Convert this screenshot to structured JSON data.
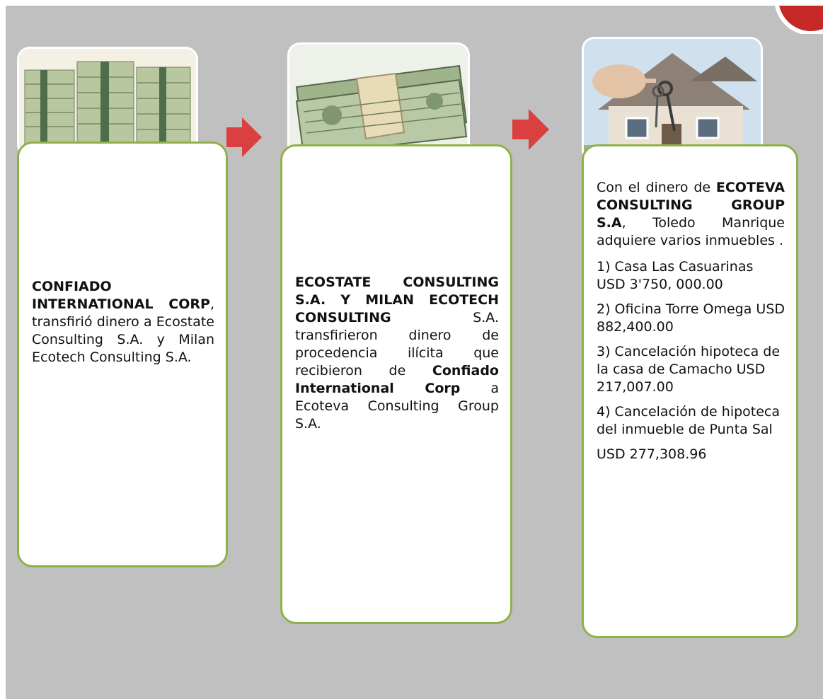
{
  "diagram": {
    "step1": {
      "bold_name": "CONFIADO INTERNATIONAL CORP",
      "text": ", transfirió dinero a Ecostate Consulting S.A. y Milan Ecotech Consulting S.A."
    },
    "step2": {
      "bold_name": "ECOSTATE CONSULTING S.A. Y MILAN ECOTECH CONSULTING",
      "text_a": " S.A. transfirieron dinero de procedencia ilícita que recibieron de ",
      "bold_source": "Confiado International Corp",
      "text_b": " a Ecoteva Consulting Group S.A."
    },
    "step3": {
      "intro_a": "Con el dinero de ",
      "bold_name": "ECOTEVA CONSULTING GROUP S.A",
      "intro_b": ", Toledo Manrique adquiere varios inmuebles .",
      "items": [
        "1) Casa  Las Casuarinas USD 3'750, 000.00",
        "2) Oficina Torre Omega USD 882,400.00",
        "3) Cancelación hipoteca de  la casa de Camacho USD 217,007.00",
        "4) Cancelación de hipoteca del inmueble de Punta Sal"
      ],
      "last_amount": "USD 277,308.96"
    },
    "colors": {
      "background": "#c0c0c0",
      "card_border": "#8fb04a",
      "arrow": "#d9403f"
    },
    "icons": [
      "money-stacks-image",
      "money-bundle-image",
      "house-keys-image",
      "arrow-right-icon"
    ]
  }
}
